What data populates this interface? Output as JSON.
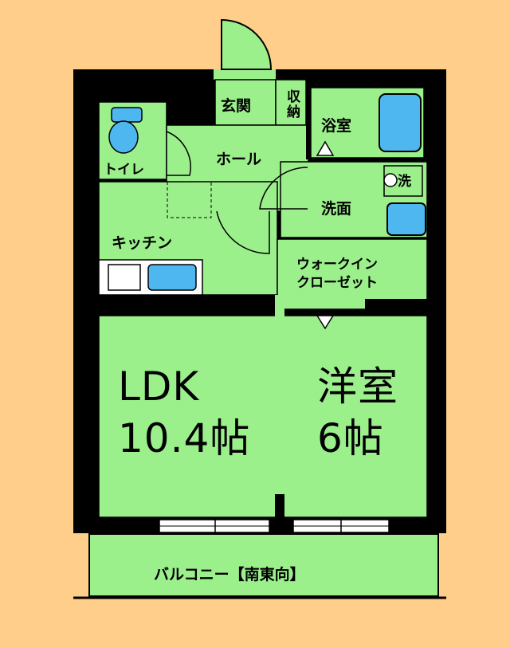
{
  "colors": {
    "background": "#FFCE8A",
    "room": "#9CF08C",
    "wall": "#000000",
    "fixture": "#4FB7F0"
  },
  "rooms": {
    "entrance": "玄関",
    "storage": "収納",
    "bath": "浴室",
    "toilet": "トイレ",
    "hall": "ホール",
    "washer": "洗",
    "washroom": "洗面",
    "kitchen": "キッチン",
    "wic_line1": "ウォークイン",
    "wic_line2": "クローゼット",
    "ldk_name": "LDK",
    "ldk_size": "10.4帖",
    "western_name": "洋室",
    "western_size": "6帖",
    "balcony": "バルコニー【南東向】"
  },
  "icons": [
    "toilet-icon",
    "bathtub-icon",
    "washbasin-icon",
    "washing-machine-icon",
    "stove-icon",
    "sink-icon",
    "door-swing-icon",
    "window-icon"
  ]
}
